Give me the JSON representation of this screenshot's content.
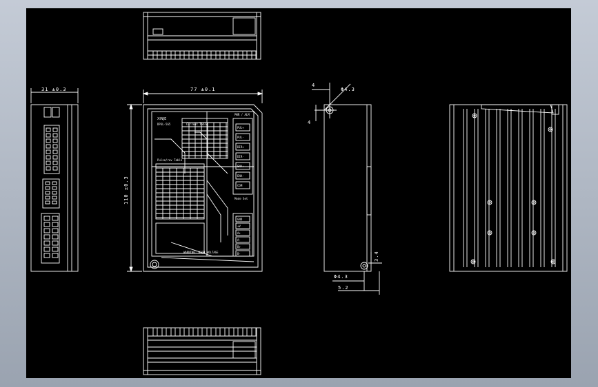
{
  "drawing": {
    "background": "#000000",
    "frame_color": "#a9b1bd",
    "line_color": "#ffffff",
    "dimensions": {
      "side_width": "31 ±0.3",
      "front_width": "77 ±0.1",
      "front_height": "110 ±0.3",
      "hole_offset_x": "4",
      "hole_offset_y": "4",
      "hole_dia_top": "Φ4.3",
      "hole_dia_bottom": "Φ4.3",
      "bottom_offset": "3.4",
      "bottom_width": "5.2"
    },
    "panel": {
      "brand": "XINJE",
      "model": "DP3L-565",
      "power_label": "PWR / ALM",
      "current_table_title": "Current Table",
      "subdivision_table_title": "Pulse/rev Table",
      "terminals_top": [
        "PUL+",
        "PUL-",
        "DIR+",
        "DIR-",
        "ENA+",
        "ENA-",
        "COM"
      ],
      "terminals_bottom": [
        "GND",
        "+V",
        "A+",
        "A-",
        "B+",
        "B-"
      ],
      "mode_label": "Mode Set",
      "warning_text": "WARNING: HIGH VOLTAGE"
    }
  }
}
